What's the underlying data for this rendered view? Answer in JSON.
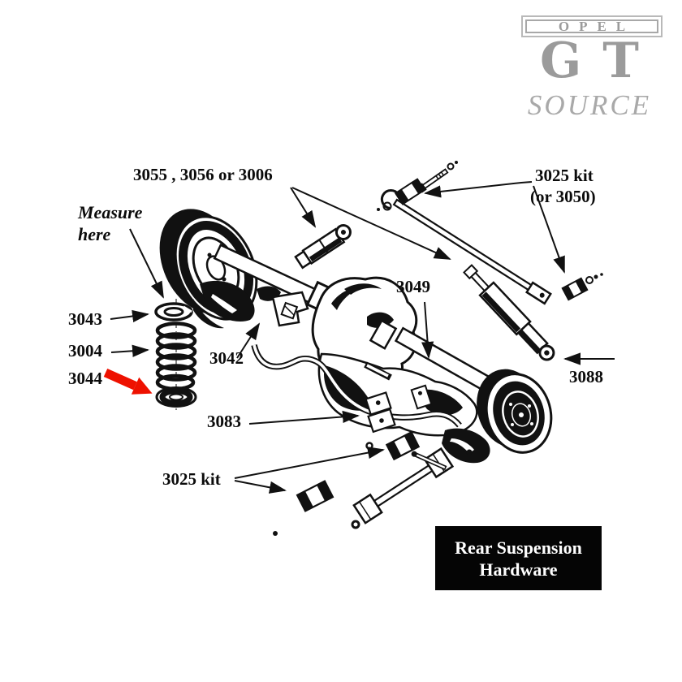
{
  "logo": {
    "brand": "OPEL",
    "model": "GT",
    "suffix": "SOURCE"
  },
  "diagram_labels": {
    "shocks": "3055 , 3056 or 3006",
    "kit_top_line1": "3025 kit",
    "kit_top_line2": "(or 3050)",
    "measure_line1": "Measure",
    "measure_line2": "here",
    "part_3043": "3043",
    "part_3004": "3004",
    "part_3044": "3044",
    "part_3042": "3042",
    "part_3049": "3049",
    "part_3088": "3088",
    "part_3083": "3083",
    "kit_bottom": "3025 kit"
  },
  "title_box": {
    "line1": "Rear Suspension",
    "line2": "Hardware"
  },
  "colors": {
    "ink": "#111111",
    "highlight_arrow": "#ee1100",
    "logo_gray": "#9b9b9b"
  }
}
